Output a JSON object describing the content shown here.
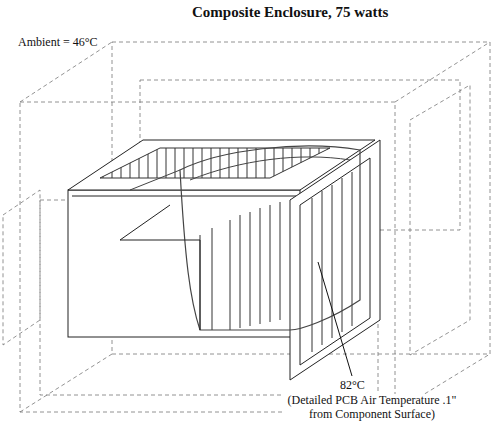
{
  "diagram": {
    "title": "Composite Enclosure, 75 watts",
    "labels": [
      "Ambient = 46°C",
      "82°C",
      "(Detailed PCB Air Temperature .1\" from Component Surface)"
    ]
  }
}
